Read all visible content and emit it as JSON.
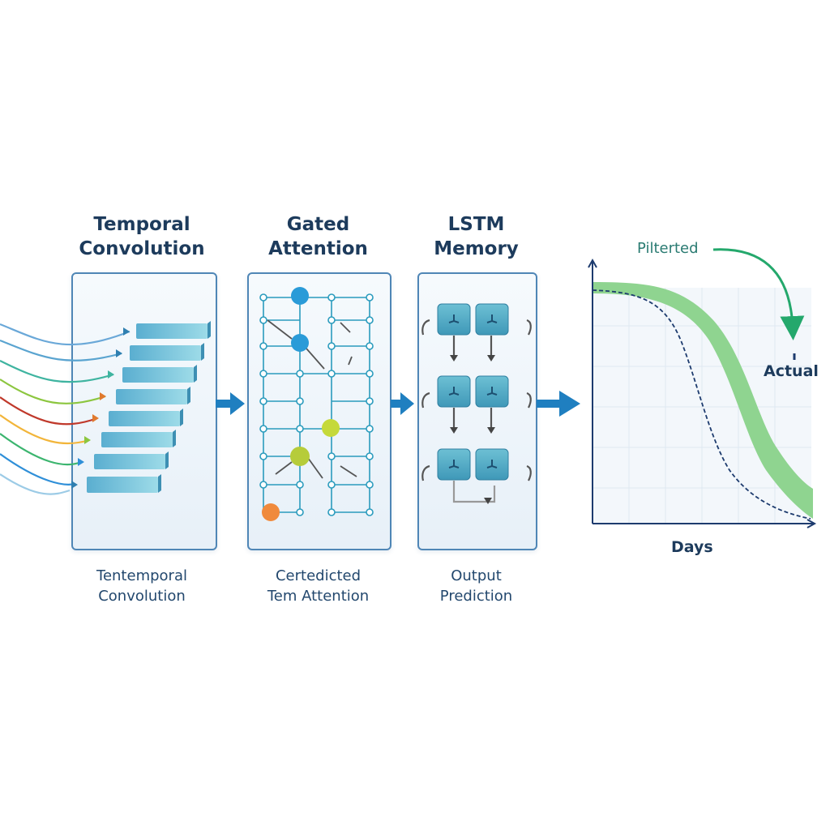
{
  "stages": [
    {
      "title_line1": "Temporal",
      "title_line2": "Convolution",
      "caption_line1": "Tentemporal",
      "caption_line2": "Convolution"
    },
    {
      "title_line1": "Gated",
      "title_line2": "Attention",
      "caption_line1": "Certedicted",
      "caption_line2": "Tem Attention"
    },
    {
      "title_line1": "LSTM",
      "title_line2": "Memory",
      "caption_line1": "Output",
      "caption_line2": "Prediction"
    }
  ],
  "chart": {
    "xlabel": "Days",
    "annotation_top": "Pilterted",
    "annotation_side": "Actual"
  },
  "colors": {
    "title": "#1d3b5c",
    "panel_border": "#4f86b6",
    "flow_arrow": "#1f7fc0",
    "band": "#8fd490",
    "dashed": "#1d3b6e",
    "annotation_arrow": "#24a86c",
    "input_lines": [
      "#6aa8d8",
      "#5aa4d0",
      "#3fb4a0",
      "#8cc63f",
      "#c0392b",
      "#f2b53a",
      "#3cb56f",
      "#2f8fd8",
      "#9ccbe6"
    ]
  },
  "icons": [
    "right-arrow-icon",
    "curved-arrow-icon"
  ]
}
